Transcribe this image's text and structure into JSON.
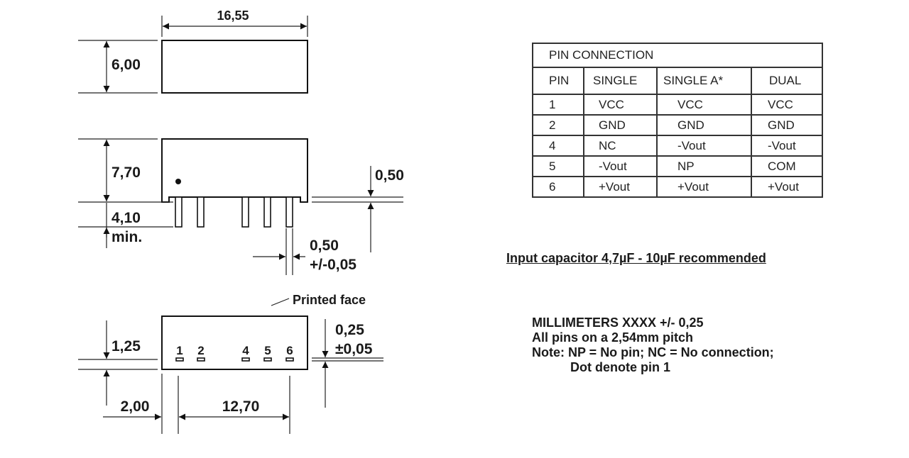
{
  "drawing": {
    "top_width": "16,55",
    "top_height": "6,00",
    "side_height": "7,70",
    "pin_length_value": "4,10",
    "pin_length_min": "min.",
    "standoff": "0,50",
    "pin_width": "0,50",
    "pin_width_tol": "+/-0,05",
    "printed_face": "Printed face",
    "pin_thickness_left": "1,25",
    "pin_thickness_right": "0,25",
    "pin_thickness_tol": "±0,05",
    "pin1_offset": "2,00",
    "pin_span": "12,70",
    "pin_numbers": [
      "1",
      "2",
      "4",
      "5",
      "6"
    ]
  },
  "table": {
    "title": "PIN  CONNECTION",
    "headers": [
      "PIN",
      "SINGLE",
      "SINGLE A*",
      "DUAL"
    ],
    "rows": [
      [
        "1",
        "VCC",
        "VCC",
        "VCC"
      ],
      [
        "2",
        "GND",
        "GND",
        "GND"
      ],
      [
        "4",
        "NC",
        "-Vout",
        "-Vout"
      ],
      [
        "5",
        "-Vout",
        "NP",
        "COM"
      ],
      [
        "6",
        "+Vout",
        "+Vout",
        "+Vout"
      ]
    ]
  },
  "notes": {
    "capacitor": "Input capacitor 4,7µF - 10µF recommended",
    "lines": [
      "MILLIMETERS XXXX +/- 0,25",
      "All pins on a 2,54mm pitch",
      "Note: NP = No pin; NC = No connection;",
      "Dot denote pin 1"
    ]
  }
}
